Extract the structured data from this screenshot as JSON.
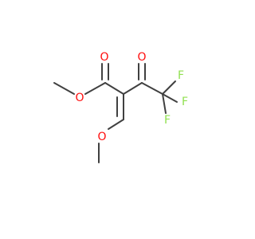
{
  "molecule": {
    "atoms": {
      "o_carbonyl_ester": {
        "symbol": "O",
        "color": "#ff0d0d"
      },
      "o_ester": {
        "symbol": "O",
        "color": "#ff0d0d"
      },
      "o_ketone": {
        "symbol": "O",
        "color": "#ff0d0d"
      },
      "o_methoxy": {
        "symbol": "O",
        "color": "#ff0d0d"
      },
      "f_top": {
        "symbol": "F",
        "color": "#90e050"
      },
      "f_right": {
        "symbol": "F",
        "color": "#90e050"
      },
      "f_bottom": {
        "symbol": "F",
        "color": "#90e050"
      }
    },
    "bond_color": "#404040"
  }
}
